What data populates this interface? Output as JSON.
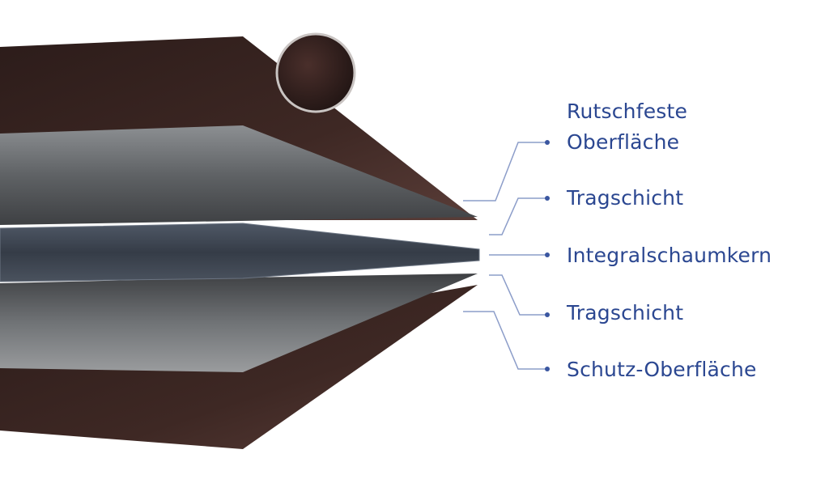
{
  "labels": {
    "layer1": [
      "Rutschfeste",
      "Oberfläche"
    ],
    "layer2": "Tragschicht",
    "layer3": "Integralschaumkern",
    "layer4": "Tragschicht",
    "layer5": "Schutz-Oberfläche"
  },
  "colors": {
    "text": "#2b4791",
    "line": "#8c9dc9",
    "brown": "#3b2522",
    "gray": "#6a6d70",
    "foam": "#3d4550"
  }
}
